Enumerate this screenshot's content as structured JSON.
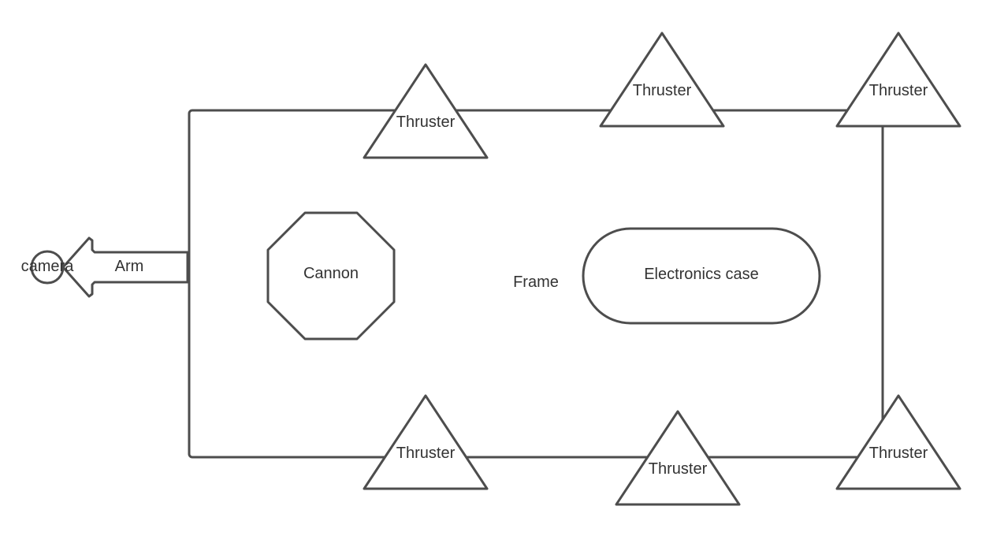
{
  "diagram": {
    "frame_label": "Frame",
    "arm_label": "Arm",
    "camera_label": "camera",
    "cannon_label": "Cannon",
    "electronics_label": "Electronics case",
    "thrusters": [
      {
        "label": "Thruster"
      },
      {
        "label": "Thruster"
      },
      {
        "label": "Thruster"
      },
      {
        "label": "Thruster"
      },
      {
        "label": "Thruster"
      },
      {
        "label": "Thruster"
      }
    ]
  },
  "colors": {
    "stroke": "#4d4d4d",
    "text": "#333333",
    "background": "#ffffff"
  }
}
